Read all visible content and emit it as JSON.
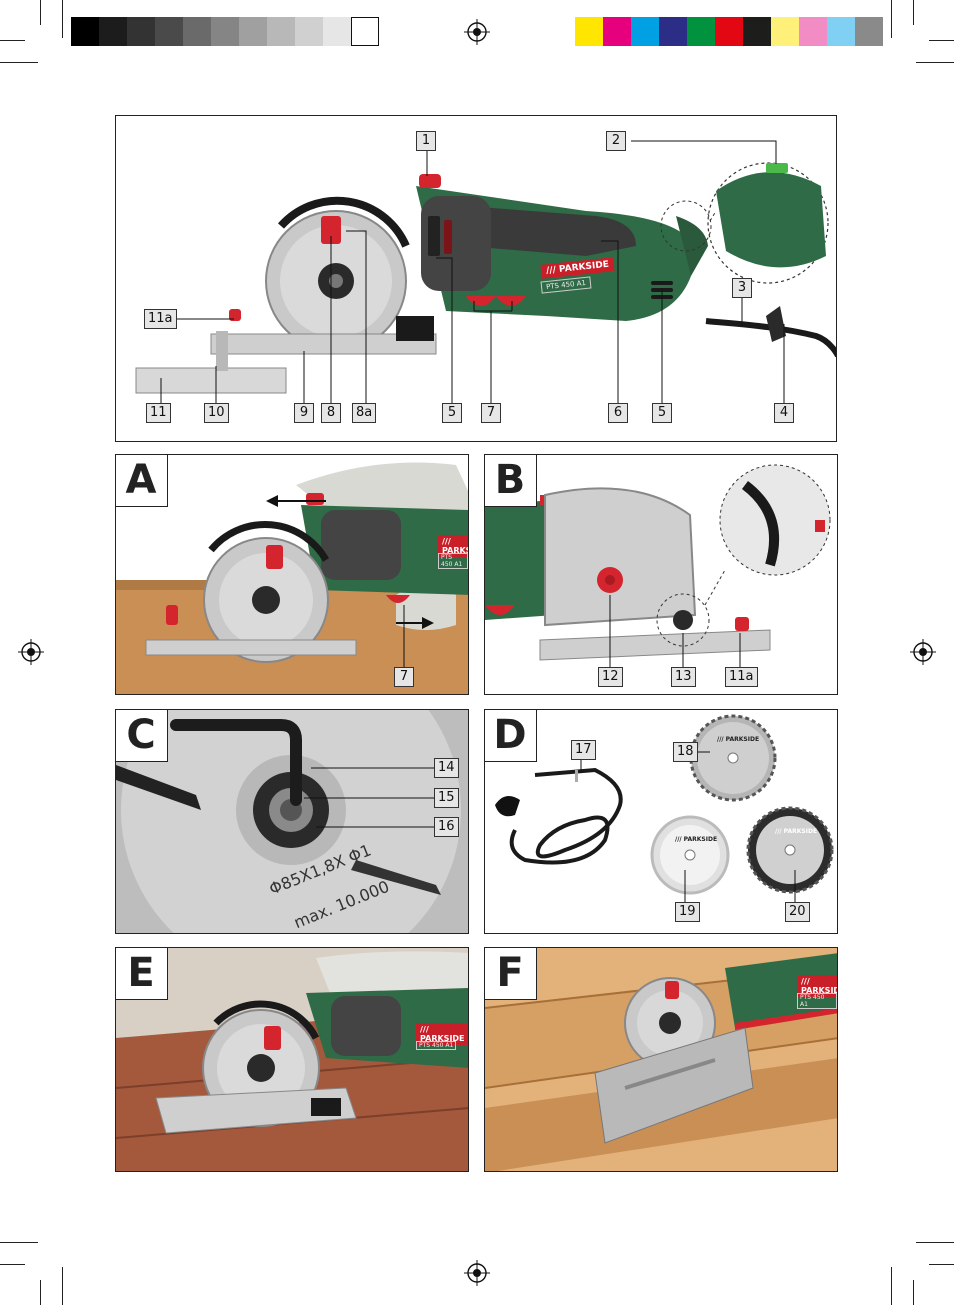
{
  "colors": {
    "gray_steps": [
      "#000000",
      "#1c1c1c",
      "#333333",
      "#4a4a4a",
      "#6a6a6a",
      "#858585",
      "#a0a0a0",
      "#b8b8b8",
      "#d0d0d0",
      "#e6e6e6",
      "#ffffff"
    ],
    "process_swatches": [
      "#ffe600",
      "#e6007e",
      "#00a0e3",
      "#2b2d87",
      "#00923f",
      "#e30613",
      "#1d1d1b",
      "#fff07a",
      "#f28cc4",
      "#7fd0f2",
      "#8a8a8a"
    ],
    "tool_green": "#2f6b46",
    "accent_red": "#d4242e",
    "wood": "#c98f55"
  },
  "overview": {
    "brand": "/// PARKSIDE",
    "model": "PTS 450 A1",
    "callouts": [
      "1",
      "2",
      "3",
      "11a",
      "11",
      "10",
      "9",
      "8",
      "8a",
      "5",
      "7",
      "6",
      "5",
      "4"
    ]
  },
  "panel_a": {
    "letter": "A",
    "brand": "/// PARKSIDE",
    "model": "PTS 450 A1",
    "callouts": [
      "7"
    ]
  },
  "panel_b": {
    "letter": "B",
    "callouts": [
      "12",
      "13",
      "11a"
    ]
  },
  "panel_c": {
    "letter": "C",
    "blade_text_1": "Φ85X1,8X Φ1",
    "blade_text_2": "max. 10.000",
    "callouts": [
      "14",
      "15",
      "16"
    ]
  },
  "panel_d": {
    "letter": "D",
    "blade_brand": "/// PARKSIDE",
    "callouts": [
      "17",
      "18",
      "19",
      "20"
    ]
  },
  "panel_e": {
    "letter": "E",
    "brand": "/// PARKSIDE",
    "model": "PTS 450 A1"
  },
  "panel_f": {
    "letter": "F",
    "brand": "/// PARKSIDE",
    "model": "PTS 450 A1"
  }
}
